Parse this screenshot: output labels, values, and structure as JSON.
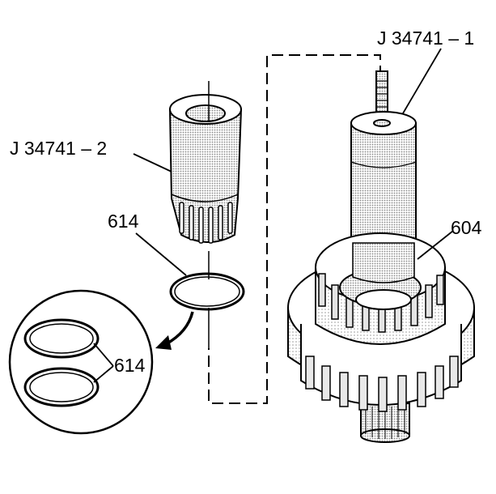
{
  "labels": {
    "tool_upper": "J 34741 – 1",
    "tool_left": "J 34741 – 2",
    "ring_part": "614",
    "ring_part_detail": "614",
    "assembly_part": "604"
  },
  "colors": {
    "line": "#000000",
    "stipple": "#bdbdbd",
    "background": "#ffffff"
  }
}
